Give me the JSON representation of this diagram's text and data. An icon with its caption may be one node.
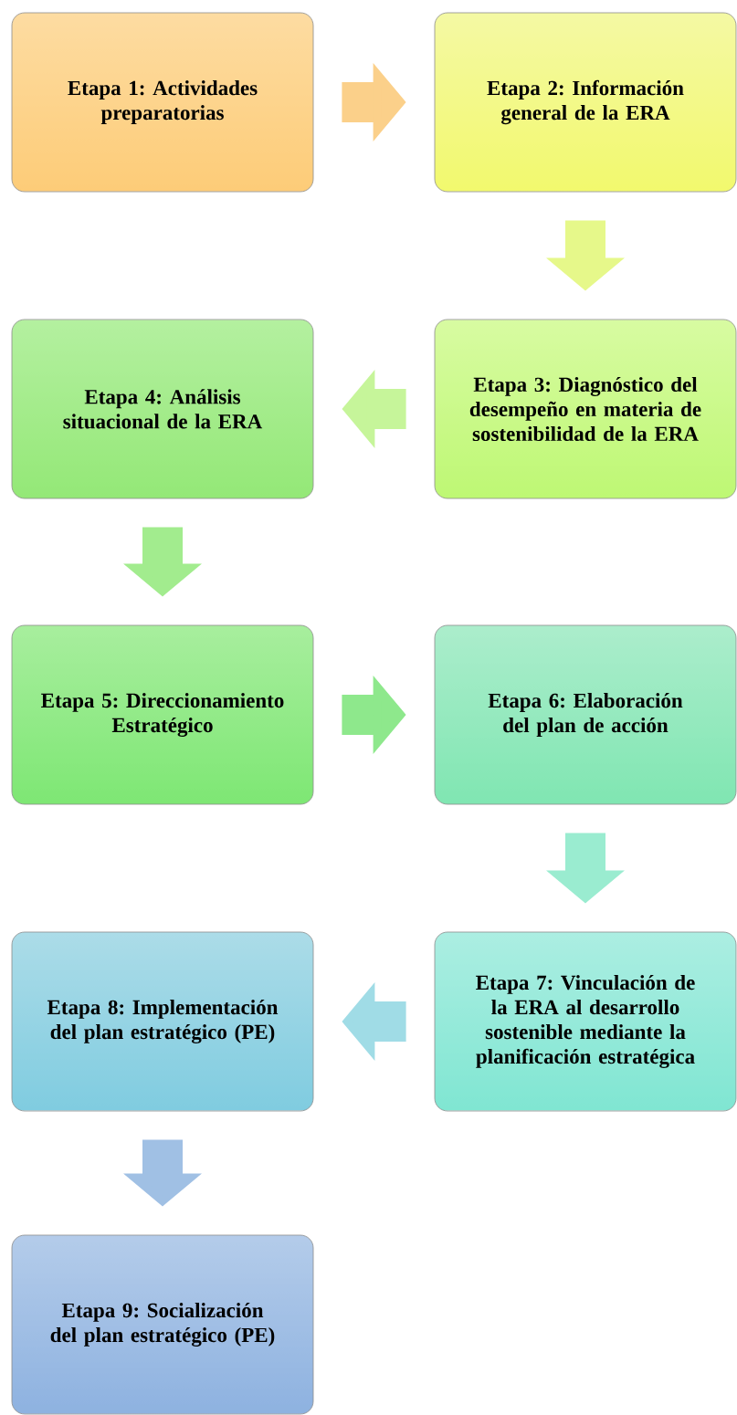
{
  "diagram": {
    "nodes": [
      {
        "text": [
          "Etapa 1: Actividades preparatorias"
        ]
      },
      {
        "text": [
          "Etapa 2: Información general de la ERA"
        ]
      },
      {
        "text": [
          "Etapa 3: Diagnóstico del desempeño en materia de sostenibilidad de la ERA"
        ]
      },
      {
        "text": [
          "Etapa 4: Análisis situacional de la ERA"
        ]
      },
      {
        "text": [
          "Etapa 5: Direccionamiento Estratégico"
        ]
      },
      {
        "text": [
          "Etapa 6: Elaboración del plan de acción"
        ]
      },
      {
        "text": [
          "Etapa 7: Vinculación de la ERA al desarrollo sostenible mediante la planificación estratégica"
        ]
      },
      {
        "text": [
          "Etapa 8: Implementación del plan estratégico (PE)"
        ]
      },
      {
        "text": [
          "Etapa 9: Socialización del plan estratégico (PE)"
        ]
      }
    ],
    "edges": [
      {
        "from": 0,
        "to": 1,
        "arrow": "to",
        "color": "#fbd08a"
      },
      {
        "from": 1,
        "to": 2,
        "arrow": "to",
        "color": "#e6f88a"
      },
      {
        "from": 2,
        "to": 3,
        "arrow": "to",
        "color": "#c6f59a"
      },
      {
        "from": 3,
        "to": 4,
        "arrow": "to",
        "color": "#a2ec8e"
      },
      {
        "from": 4,
        "to": 5,
        "arrow": "to",
        "color": "#8ee88c"
      },
      {
        "from": 5,
        "to": 6,
        "arrow": "to",
        "color": "#9aecd0"
      },
      {
        "from": 6,
        "to": 7,
        "arrow": "to",
        "color": "#a0dce6"
      },
      {
        "from": 7,
        "to": 8,
        "arrow": "to",
        "color": "#a0c0e4"
      }
    ]
  }
}
